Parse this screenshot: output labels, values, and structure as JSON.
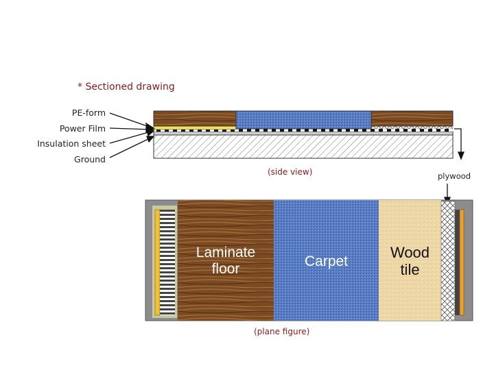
{
  "title": "* Sectioned drawing",
  "side_view": {
    "labels": [
      "PE-form",
      "Power Film",
      "Insulation sheet",
      "Ground"
    ],
    "caption": "(side view)",
    "plywood_label": "plywood"
  },
  "plane_figure": {
    "caption": "(plane figure)",
    "panels": [
      {
        "name": "Laminate floor",
        "line1": "Laminate",
        "line2": "floor",
        "color": "#7a4a22"
      },
      {
        "name": "Carpet",
        "line1": "Carpet",
        "line2": "",
        "color": "#5a7ec4"
      },
      {
        "name": "Wood tile",
        "line1": "Wood",
        "line2": "tile",
        "color": "#efd8a8"
      }
    ]
  },
  "colors": {
    "title": "#8b1a1a",
    "wood": "#8a5a2e",
    "carpet": "#5b7fc6",
    "power_film": "#f2e25a",
    "frame_gray": "#8c8c8c",
    "strip_yellow": "#f0c030",
    "strip_orange": "#e8a030"
  }
}
